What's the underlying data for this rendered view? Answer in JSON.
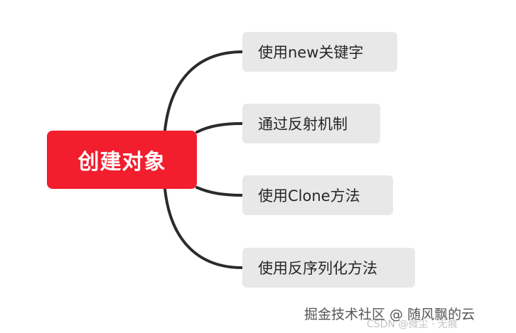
{
  "root": {
    "label": "创建对象",
    "color": "#f21d2d"
  },
  "branches": [
    {
      "label": "使用new关键字"
    },
    {
      "label": "通过反射机制"
    },
    {
      "label": "使用Clone方法"
    },
    {
      "label": "使用反序列化方法"
    }
  ],
  "branch_color": "#e8e8e8",
  "connector_color": "#2b2b2b",
  "watermark": {
    "text": "掘金技术社区 @ 随风飘的云",
    "faint_text": "CSDN @微尘 · 无痕"
  }
}
